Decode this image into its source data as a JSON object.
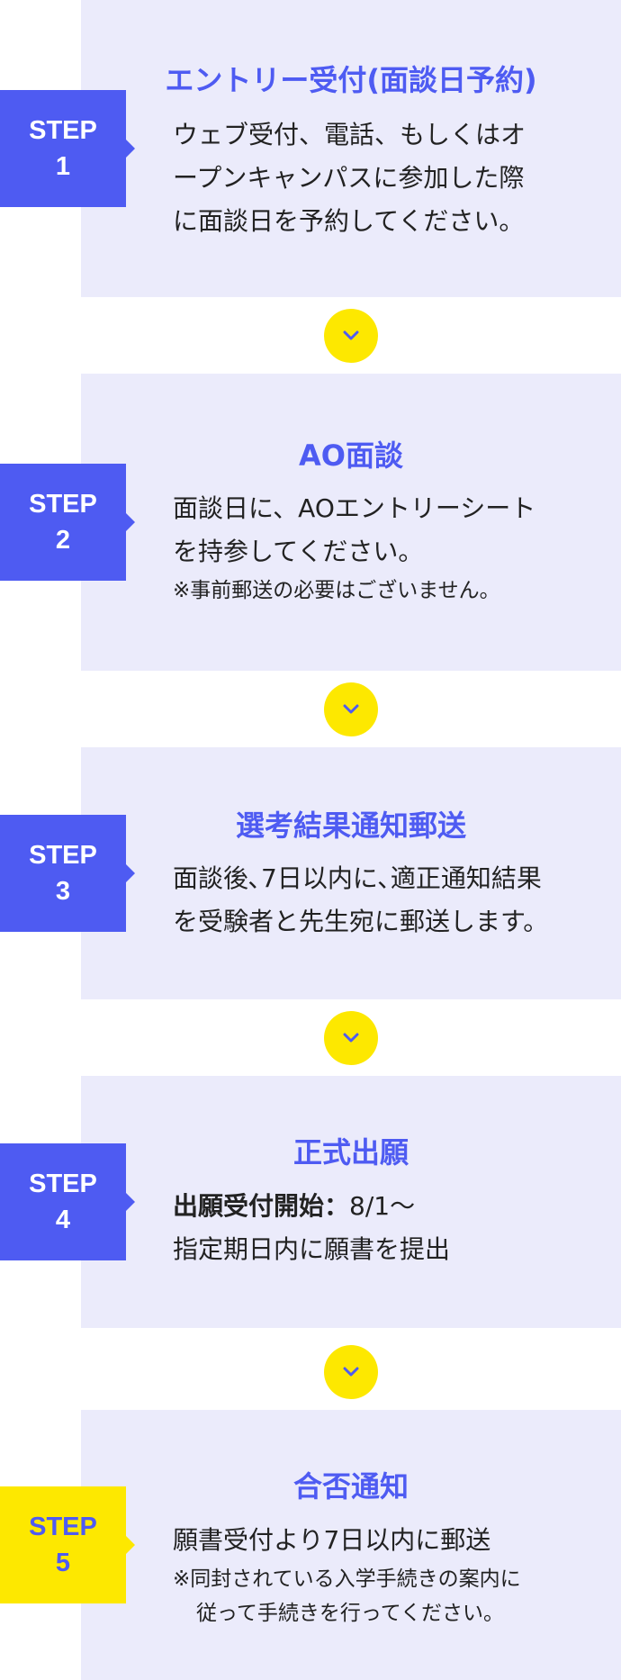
{
  "colors": {
    "accent": "#4e5bf2",
    "highlight": "#fde800",
    "panel": "#ebebfb",
    "text": "#222222"
  },
  "connector_icon": "chevron-down-icon",
  "steps": [
    {
      "badge_word": "STEP",
      "badge_number": "1",
      "title": "エントリー受付(面談日予約)",
      "lines": [
        "ウェブ受付、電話、もしくはオ",
        "ープンキャンパスに参加した際",
        "に面談日を予約してください。"
      ]
    },
    {
      "badge_word": "STEP",
      "badge_number": "2",
      "title": "AO面談",
      "lines": [
        "面談日に、AOエントリーシート",
        "を持参してください。"
      ],
      "note": "※事前郵送の必要はございません。"
    },
    {
      "badge_word": "STEP",
      "badge_number": "3",
      "title": "選考結果通知郵送",
      "lines": [
        "面談後､7日以内に､適正通知結果",
        "を受験者と先生宛に郵送します。"
      ]
    },
    {
      "badge_word": "STEP",
      "badge_number": "4",
      "title": "正式出願",
      "label": "出願受付開始：",
      "label_value": "8/1〜",
      "lines": [
        "指定期日内に願書を提出"
      ]
    },
    {
      "badge_word": "STEP",
      "badge_number": "5",
      "title": "合否通知",
      "lines": [
        "願書受付より7日以内に郵送"
      ],
      "notes": [
        "※同封されている入学手続きの案内に",
        "従って手続きを行ってください。"
      ]
    }
  ]
}
